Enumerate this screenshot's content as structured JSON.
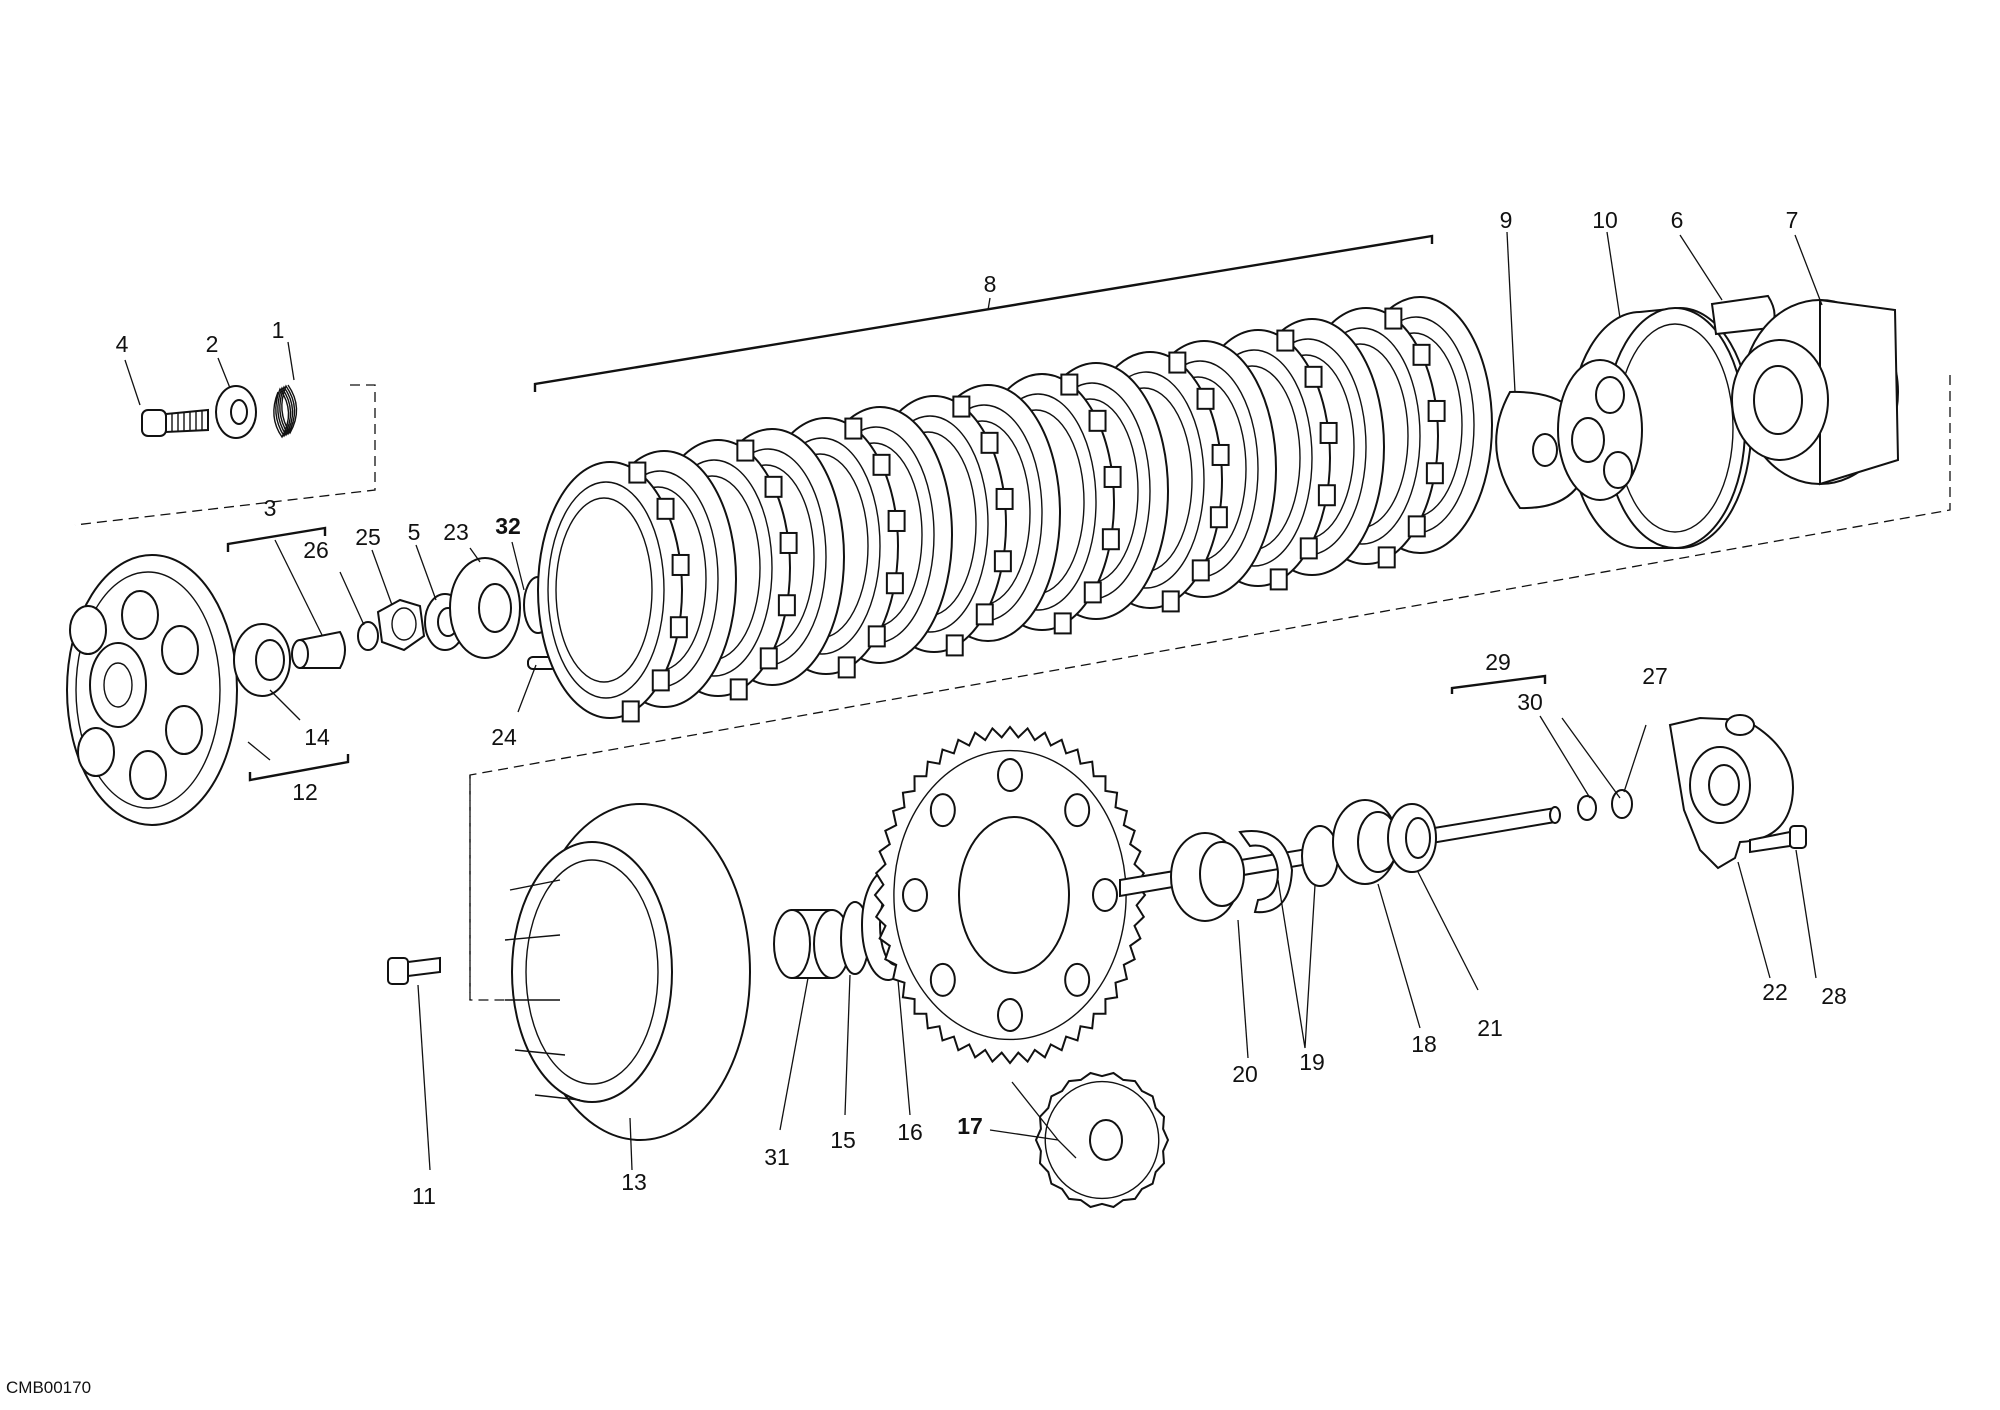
{
  "drawing_code": "CMB00170",
  "callouts": [
    {
      "label": "1"
    },
    {
      "label": "2"
    },
    {
      "label": "3"
    },
    {
      "label": "4"
    },
    {
      "label": "5"
    },
    {
      "label": "6"
    },
    {
      "label": "7"
    },
    {
      "label": "8"
    },
    {
      "label": "9"
    },
    {
      "label": "10"
    },
    {
      "label": "11"
    },
    {
      "label": "12"
    },
    {
      "label": "13"
    },
    {
      "label": "14"
    },
    {
      "label": "15"
    },
    {
      "label": "16"
    },
    {
      "label": "17"
    },
    {
      "label": "18"
    },
    {
      "label": "19"
    },
    {
      "label": "20"
    },
    {
      "label": "21"
    },
    {
      "label": "22"
    },
    {
      "label": "23"
    },
    {
      "label": "24"
    },
    {
      "label": "25"
    },
    {
      "label": "26"
    },
    {
      "label": "27"
    },
    {
      "label": "28"
    },
    {
      "label": "29"
    },
    {
      "label": "30"
    },
    {
      "label": "31"
    },
    {
      "label": "32"
    }
  ]
}
